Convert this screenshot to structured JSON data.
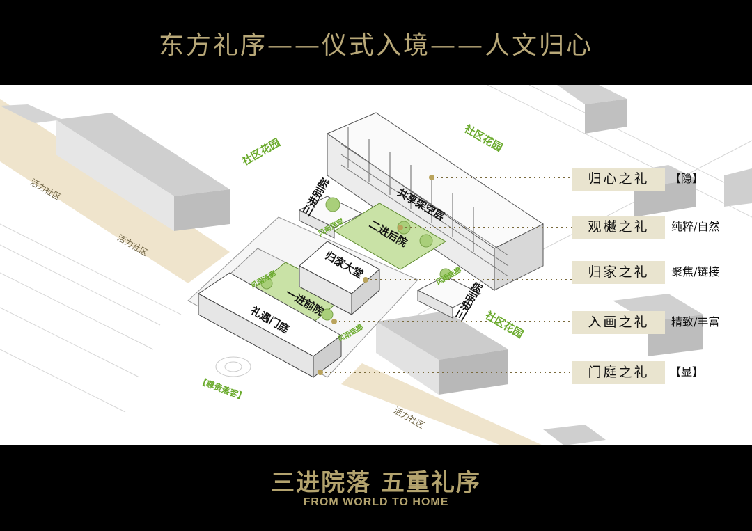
{
  "header": {
    "title": "东方礼序——仪式入境——人文归心"
  },
  "map_labels": {
    "community_garden_left": "社区花园",
    "community_garden_top": "社区花园",
    "community_garden_right": "社区花园",
    "vitality_left_1": "活力社区",
    "vitality_left_2": "活力社区",
    "vitality_bottom": "活力社区",
    "third_annex_left": "三进别院",
    "third_annex_right": "三进别院",
    "shared_overhead": "共享架空层",
    "second_back_court": "二进后院",
    "home_lobby": "归家大堂",
    "first_front_court": "一进前院",
    "entrance_court": "礼遇门庭",
    "corridor_1": "风雨连廊",
    "corridor_2": "风雨连廊",
    "corridor_3": "风雨连廊",
    "corridor_4": "风雨连廊",
    "drop_off": "【尊贵落客】"
  },
  "rituals": [
    {
      "name": "归心之礼",
      "note": "【隐】"
    },
    {
      "name": "观樾之礼",
      "note": "纯粹/自然"
    },
    {
      "name": "归家之礼",
      "note": "聚焦/链接"
    },
    {
      "name": "入画之礼",
      "note": "精致/丰富"
    },
    {
      "name": "门庭之礼",
      "note": "【显】"
    }
  ],
  "footer": {
    "title": "三进院落  五重礼序",
    "subtitle": "FROM WORLD TO HOME"
  },
  "colors": {
    "band": "#000000",
    "gold": "#b8a878",
    "green": "#7fb93c",
    "lawn": "#c9e2a6",
    "tag": "#e9e4cf"
  }
}
